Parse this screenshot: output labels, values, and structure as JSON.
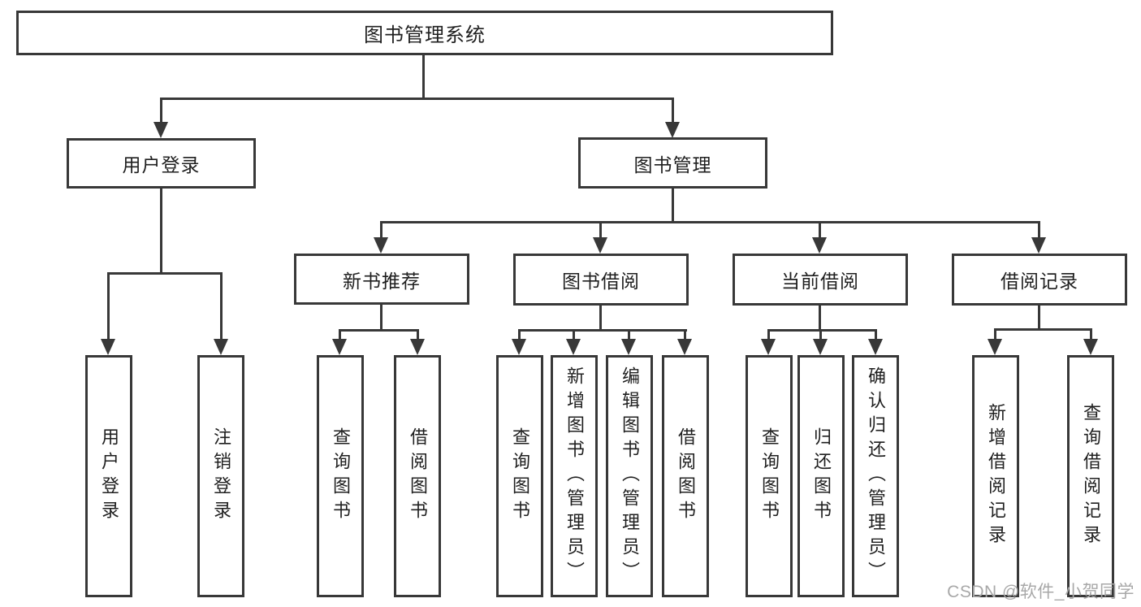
{
  "diagram": {
    "title": "图书管理系统",
    "root": {
      "label": "图书管理系统"
    },
    "level1": [
      {
        "id": "user-login",
        "label": "用户登录"
      },
      {
        "id": "book-management",
        "label": "图书管理"
      }
    ],
    "level2": [
      {
        "id": "new-book-recommendation",
        "label": "新书推荐",
        "parent": "book-management"
      },
      {
        "id": "book-borrowing",
        "label": "图书借阅",
        "parent": "book-management"
      },
      {
        "id": "current-borrowing",
        "label": "当前借阅",
        "parent": "book-management"
      },
      {
        "id": "borrowing-records",
        "label": "借阅记录",
        "parent": "book-management"
      }
    ],
    "leaves": {
      "user_login": [
        "用户登录",
        "注销登录"
      ],
      "new_book_recommendation": [
        "查询图书",
        "借阅图书"
      ],
      "book_borrowing": [
        "查询图书",
        "新增图书（管理员）",
        "编辑图书（管理员）",
        "借阅图书"
      ],
      "current_borrowing": [
        "查询图书",
        "归还图书",
        "确认归还（管理员）"
      ],
      "borrowing_records": [
        "新增借阅记录",
        "查询借阅记录"
      ]
    }
  },
  "watermark": {
    "text": "CSDN @软件_小贺同学"
  },
  "colors": {
    "line": "#383838",
    "text": "#1f1f1f",
    "background": "#ffffff",
    "watermark": "#a8a8a8"
  }
}
